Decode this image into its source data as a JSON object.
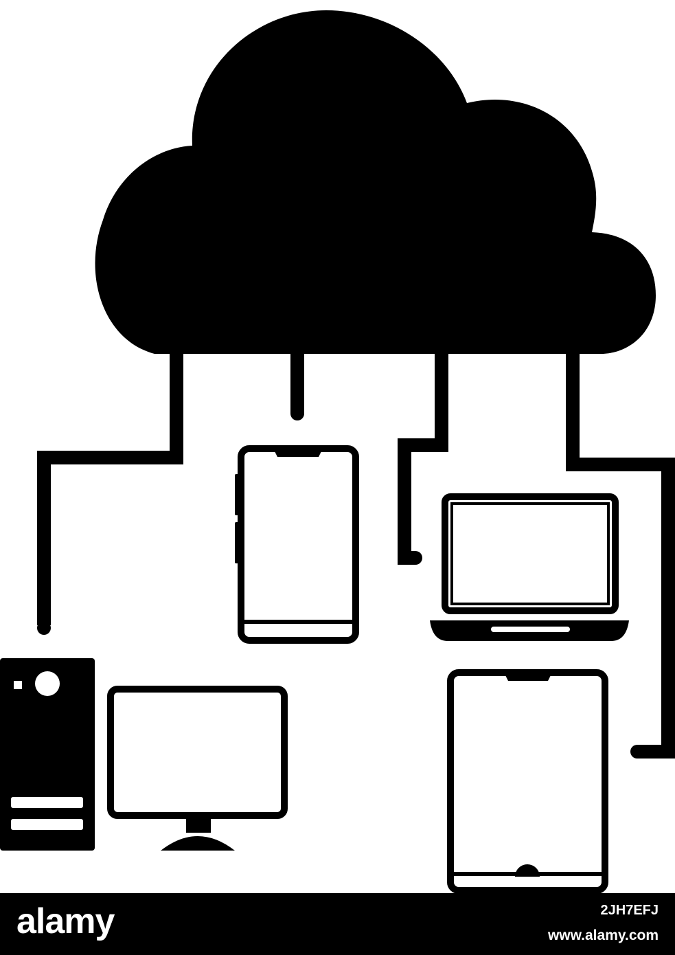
{
  "diagram": {
    "nodes": [
      {
        "id": "cloud",
        "icon": "cloud-icon"
      },
      {
        "id": "desktop-tower",
        "icon": "desktop-tower-icon"
      },
      {
        "id": "monitor",
        "icon": "monitor-icon"
      },
      {
        "id": "smartphone",
        "icon": "smartphone-icon"
      },
      {
        "id": "laptop",
        "icon": "laptop-icon"
      },
      {
        "id": "tablet",
        "icon": "tablet-icon"
      }
    ],
    "edges": [
      {
        "from": "cloud",
        "to": "desktop-tower"
      },
      {
        "from": "cloud",
        "to": "smartphone"
      },
      {
        "from": "cloud",
        "to": "laptop"
      },
      {
        "from": "cloud",
        "to": "tablet"
      }
    ],
    "colors": {
      "fill": "#000000",
      "background": "#ffffff"
    }
  },
  "footer": {
    "logo": "alamy",
    "image_id": "2JH7EFJ",
    "site": "www.alamy.com"
  }
}
